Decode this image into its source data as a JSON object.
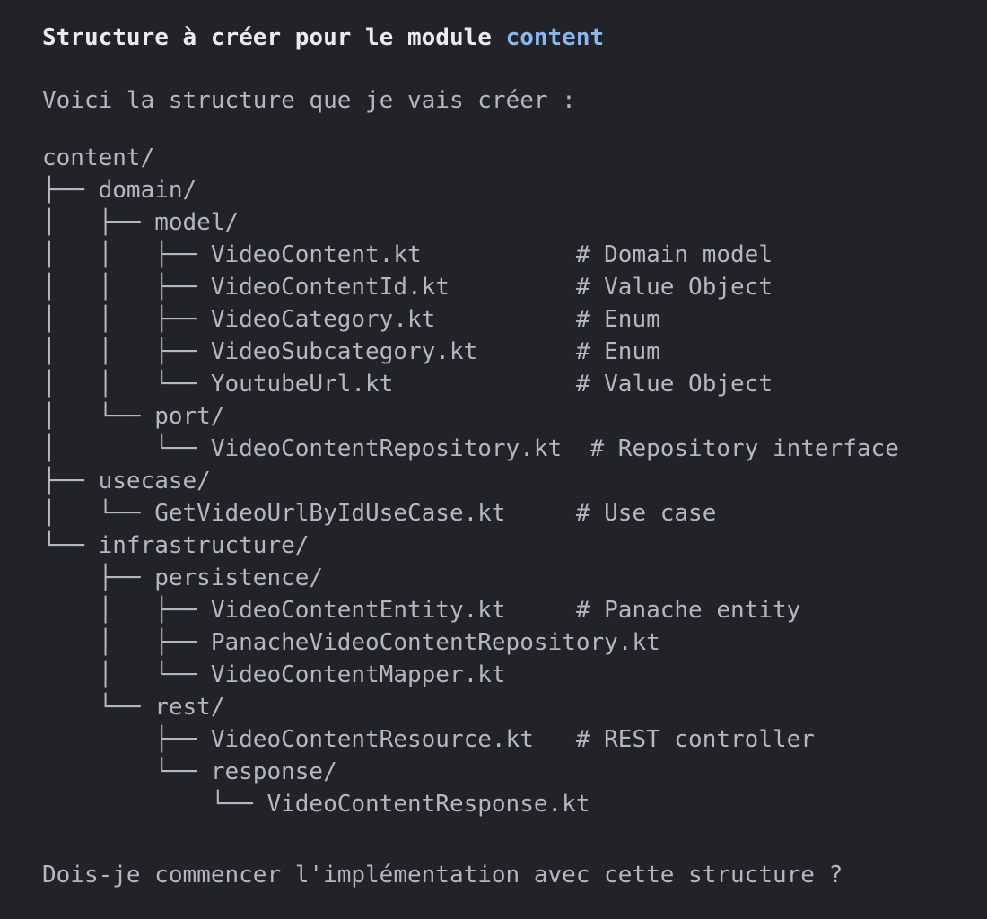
{
  "colors": {
    "background": "#212329",
    "body_text": "#b3b7be",
    "heading_text": "#e9ebee",
    "accent_blue": "#8ab7ee"
  },
  "header": {
    "prefix": "Structure à créer pour le module ",
    "module": "content"
  },
  "intro": "Voici la structure que je vais créer :",
  "tree": {
    "root": "content/",
    "text": "content/\n├── domain/\n│   ├── model/\n│   │   ├── VideoContent.kt           # Domain model\n│   │   ├── VideoContentId.kt         # Value Object\n│   │   ├── VideoCategory.kt          # Enum\n│   │   ├── VideoSubcategory.kt       # Enum\n│   │   └── YoutubeUrl.kt             # Value Object\n│   └── port/\n│       └── VideoContentRepository.kt  # Repository interface\n├── usecase/\n│   └── GetVideoUrlByIdUseCase.kt     # Use case\n└── infrastructure/\n    ├── persistence/\n    │   ├── VideoContentEntity.kt     # Panache entity\n    │   ├── PanacheVideoContentRepository.kt\n    │   └── VideoContentMapper.kt\n    └── rest/\n        ├── VideoContentResource.kt   # REST controller\n        └── response/\n            └── VideoContentResponse.kt"
  },
  "footer": "Dois-je commencer l'implémentation avec cette structure ?"
}
